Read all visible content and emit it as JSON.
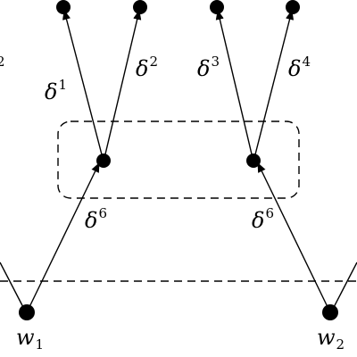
{
  "colors": {
    "ink": "#000000",
    "background": "#ffffff"
  },
  "labels": {
    "delta1": {
      "base": "δ",
      "sup": "1"
    },
    "delta2": {
      "base": "δ",
      "sup": "2"
    },
    "delta3": {
      "base": "δ",
      "sup": "3"
    },
    "delta4": {
      "base": "δ",
      "sup": "4"
    },
    "delta6_left": {
      "base": "δ",
      "sup": "6"
    },
    "delta6_right": {
      "base": "δ",
      "sup": "6"
    },
    "w1": {
      "base": "w",
      "sub": "1"
    },
    "w2": {
      "base": "w",
      "sub": "2"
    },
    "edge_left_fragment": "2"
  }
}
